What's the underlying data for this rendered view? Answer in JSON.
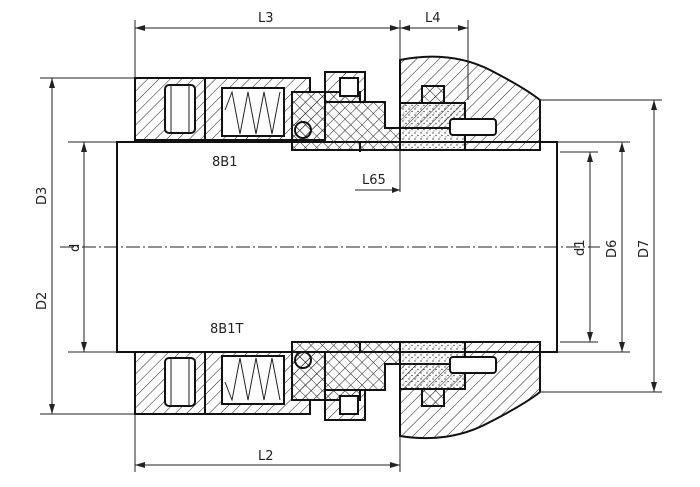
{
  "dimensions": {
    "L3": "L3",
    "L4": "L4",
    "L65": "L65",
    "L2": "L2",
    "D3": "D3",
    "D2": "D2",
    "d": "d",
    "d1": "d1",
    "D6": "D6",
    "D7": "D7"
  },
  "labels": {
    "top_model": "8B1",
    "bottom_model": "8B1T"
  }
}
